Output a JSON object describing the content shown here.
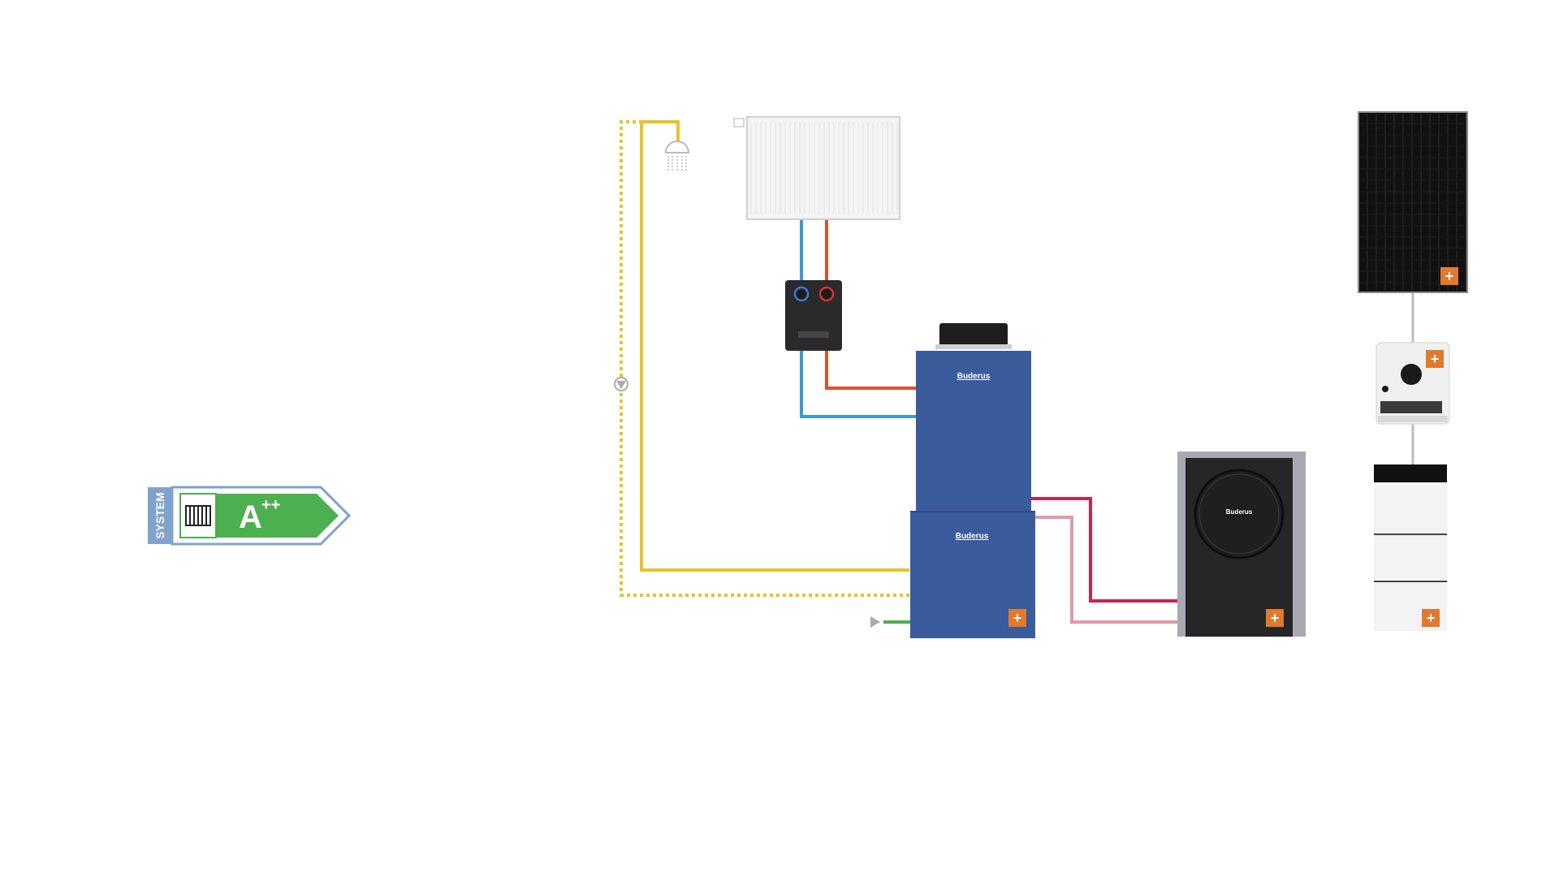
{
  "energy_label": {
    "side_text": "SYSTEM",
    "rating_letter": "A",
    "rating_suffix": "++",
    "icon": "radiator-icon",
    "colors": {
      "frame": "#7fa3cc",
      "arrow": "#4caf50",
      "tab": "#7fa3cc"
    }
  },
  "brand": {
    "name": "Buderus"
  },
  "components": {
    "radiator": {
      "icon": "radiator-icon"
    },
    "shower": {
      "icon": "shower-icon"
    },
    "pump_group": {
      "icon": "pump-group-icon"
    },
    "indoor_unit": {
      "icon": "indoor-unit-icon"
    },
    "storage_tank": {
      "icon": "storage-tank-icon"
    },
    "heat_pump_outdoor": {
      "icon": "heat-pump-icon"
    },
    "solar_panel": {
      "icon": "solar-panel-icon"
    },
    "inverter": {
      "icon": "inverter-icon"
    },
    "battery": {
      "icon": "battery-storage-icon"
    }
  },
  "plus_buttons": {
    "symbol": "+",
    "color": "#e07a2e"
  },
  "pipe_colors": {
    "hot_water": "#e8c32a",
    "heating_flow": "#d9532b",
    "heating_return": "#3a9ad9",
    "refrigerant_hot": "#c8234f",
    "refrigerant_cold": "#e29aa8",
    "cold_water": "#4caf50",
    "electric": "#bdbdbd"
  }
}
